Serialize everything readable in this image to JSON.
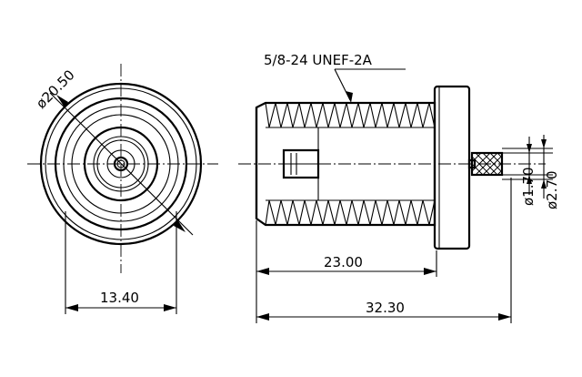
{
  "drawing": {
    "front_view": {
      "outer_diameter": "ø20.50",
      "body_width": "13.40"
    },
    "side_view": {
      "thread_spec": "5/8-24  UNEF-2A",
      "thread_length": "23.00",
      "overall_length": "32.30",
      "pin_diameter": "ø1.70",
      "knurl_diameter": "ø2.70"
    }
  }
}
